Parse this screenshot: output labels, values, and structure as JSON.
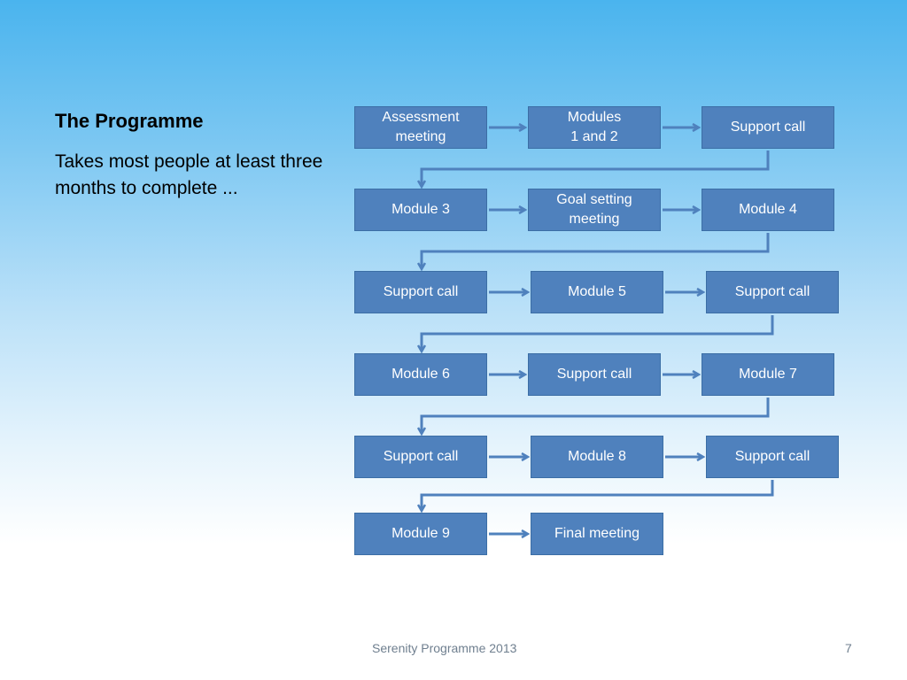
{
  "slide": {
    "title": "The Programme",
    "description": "Takes most people at least three months to complete ...",
    "footer": "Serenity Programme 2013",
    "page_number": "7"
  },
  "flow": {
    "rows": [
      [
        "Assessment\nmeeting",
        "Modules\n1 and 2",
        "Support call"
      ],
      [
        "Module 3",
        "Goal setting\nmeeting",
        "Module 4"
      ],
      [
        "Support call",
        "Module 5",
        "Support call"
      ],
      [
        "Module 6",
        "Support call",
        "Module 7"
      ],
      [
        "Support call",
        "Module 8",
        "Support call"
      ],
      [
        "Module 9",
        "Final meeting"
      ]
    ],
    "box_color": "#4f81bd",
    "arrow_color": "#4f81bd"
  }
}
